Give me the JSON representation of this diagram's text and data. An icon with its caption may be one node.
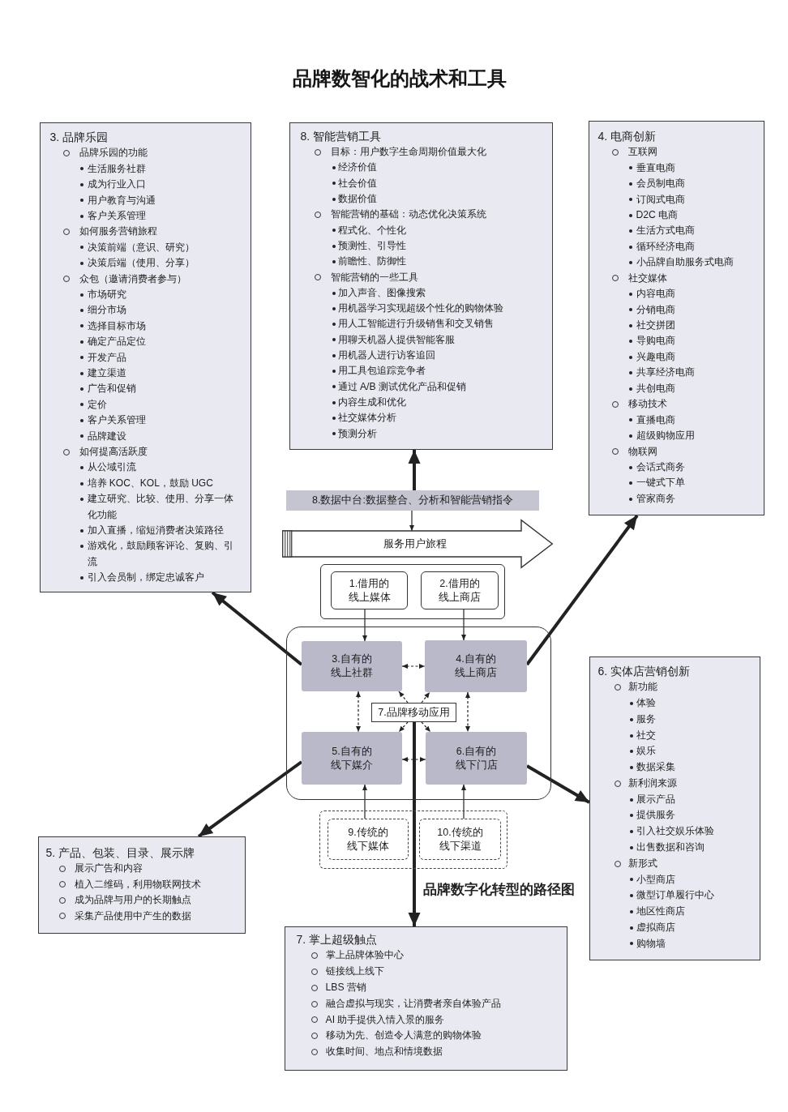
{
  "diagram": {
    "title": "品牌数智化的战术和工具",
    "caption": "品牌数字化转型的路径图",
    "nodes": [
      {
        "text": [
          "3. 品牌乐园",
          "品牌乐园的功能",
          "生活服务社群",
          "成为行业入口",
          "用户教育与沟通",
          "客户关系管理",
          "如何服务营销旅程",
          "决策前端（意识、研究）",
          "决策后端（使用、分享）",
          "众包（邀请消费者参与）",
          "市场研究",
          "细分市场",
          "选择目标市场",
          "确定产品定位",
          "开发产品",
          "建立渠道",
          "广告和促销",
          "定价",
          "客户关系管理",
          "品牌建设",
          "如何提高活跃度",
          "从公域引流",
          "培养 KOC、KOL，鼓励 UGC",
          "建立研究、比较、使用、分享一体化功能",
          "加入直播，缩短消费者决策路径",
          "游戏化，鼓励顾客评论、复购、引流",
          "引入会员制，绑定忠诚客户"
        ]
      },
      {
        "text": [
          "8. 智能营销工具",
          "目标：用户数字生命周期价值最大化",
          "经济价值",
          "社会价值",
          "数据价值",
          "智能营销的基础：动态优化决策系统",
          "程式化、个性化",
          "预测性、引导性",
          "前瞻性、防御性",
          "智能营销的一些工具",
          "加入声音、图像搜索",
          "用机器学习实现超级个性化的购物体验",
          "用人工智能进行升级销售和交叉销售",
          "用聊天机器人提供智能客服",
          "用机器人进行访客追回",
          "用工具包追踪竞争者",
          "通过 A/B 测试优化产品和促销",
          "内容生成和优化",
          "社交媒体分析",
          "预测分析"
        ]
      },
      {
        "text": [
          "4. 电商创新",
          "互联网",
          "垂直电商",
          "会员制电商",
          "订阅式电商",
          "D2C 电商",
          "生活方式电商",
          "循环经济电商",
          "小品牌自助服务式电商",
          "社交媒体",
          "内容电商",
          "分销电商",
          "社交拼团",
          "导购电商",
          "兴趣电商",
          "共享经济电商",
          "共创电商",
          "移动技术",
          "直播电商",
          "超级购物应用",
          "物联网",
          "会话式商务",
          "一键式下单",
          "管家商务"
        ]
      },
      {
        "text": [
          "8.数据中台:数据整合、分析和智能营销指令"
        ]
      },
      {
        "text": [
          "服务用户旅程"
        ]
      },
      {
        "text": [],
        "shape": "box"
      },
      {
        "text": [
          "1.借用的线上媒体"
        ],
        "in": 5
      },
      {
        "text": [
          "2.借用的线上商店"
        ],
        "in": 5
      },
      {
        "text": [],
        "shape": "box"
      },
      {
        "text": [
          "3.自有的线上社群"
        ],
        "in": 8
      },
      {
        "text": [
          "4.自有的线上商店"
        ],
        "in": 8
      },
      {
        "text": [
          "7.品牌移动应用"
        ],
        "in": 8
      },
      {
        "text": [
          "5.自有的线下媒介"
        ],
        "in": 8
      },
      {
        "text": [
          "6.自有的线下门店"
        ],
        "in": 8
      },
      {
        "text": [],
        "shape": "box"
      },
      {
        "text": [
          "9.传统的线下媒体"
        ],
        "in": 14
      },
      {
        "text": [
          "10.传统的线下渠道"
        ],
        "in": 14
      },
      {
        "text": [
          "6. 实体店营销创新",
          "新功能",
          "体验",
          "服务",
          "社交",
          "娱乐",
          "数据采集",
          "新利润来源",
          "展示产品",
          "提供服务",
          "引入社交娱乐体验",
          "出售数据和咨询",
          "新形式",
          "小型商店",
          "微型订单履行中心",
          "地区性商店",
          "虚拟商店",
          "购物墙"
        ]
      },
      {
        "text": [
          "5. 产品、包装、目录、展示牌",
          "展示广告和内容",
          "植入二维码，利用物联网技术",
          "成为品牌与用户的长期触点",
          "采集产品使用中产生的数据"
        ]
      },
      {
        "text": [
          "7. 掌上超级触点",
          "掌上品牌体验中心",
          "链接线上线下",
          "LBS 营销",
          "融合虚拟与现实，让消费者亲自体验产品",
          "AI 助手提供入情入景的服务",
          "移动为先、创造令人满意的购物体验",
          "收集时间、地点和情境数据"
        ]
      }
    ],
    "edges": [
      {
        "from": 3,
        "to": 1,
        "arrow": "to",
        "style": "thick"
      },
      {
        "from": 3,
        "to": 4,
        "arrow": "to"
      },
      {
        "from": 6,
        "to": 9,
        "arrow": "to"
      },
      {
        "from": 7,
        "to": 10,
        "arrow": "to"
      },
      {
        "from": 9,
        "to": 10,
        "arrow": "both",
        "style": "dashed"
      },
      {
        "from": 9,
        "to": 12,
        "arrow": "both",
        "style": "dashed"
      },
      {
        "from": 10,
        "to": 13,
        "arrow": "both",
        "style": "dashed"
      },
      {
        "from": 11,
        "to": 9,
        "arrow": "to",
        "style": "dashed"
      },
      {
        "from": 11,
        "to": 10,
        "arrow": "to",
        "style": "dashed"
      },
      {
        "from": 11,
        "to": 12,
        "arrow": "to",
        "style": "dashed"
      },
      {
        "from": 11,
        "to": 13,
        "arrow": "to",
        "style": "dashed"
      },
      {
        "from": 12,
        "to": 13,
        "arrow": "both",
        "style": "dashed"
      },
      {
        "from": 15,
        "to": 12,
        "arrow": "to"
      },
      {
        "from": 16,
        "to": 13,
        "arrow": "to"
      },
      {
        "from": 9,
        "to": 0,
        "arrow": "to",
        "style": "thick"
      },
      {
        "from": 10,
        "to": 2,
        "arrow": "to",
        "style": "thick"
      },
      {
        "from": 12,
        "to": 18,
        "arrow": "to",
        "style": "thick"
      },
      {
        "from": 13,
        "to": 17,
        "arrow": "to",
        "style": "thick"
      },
      {
        "from": 11,
        "to": 19,
        "arrow": "to",
        "style": "thick"
      }
    ]
  }
}
